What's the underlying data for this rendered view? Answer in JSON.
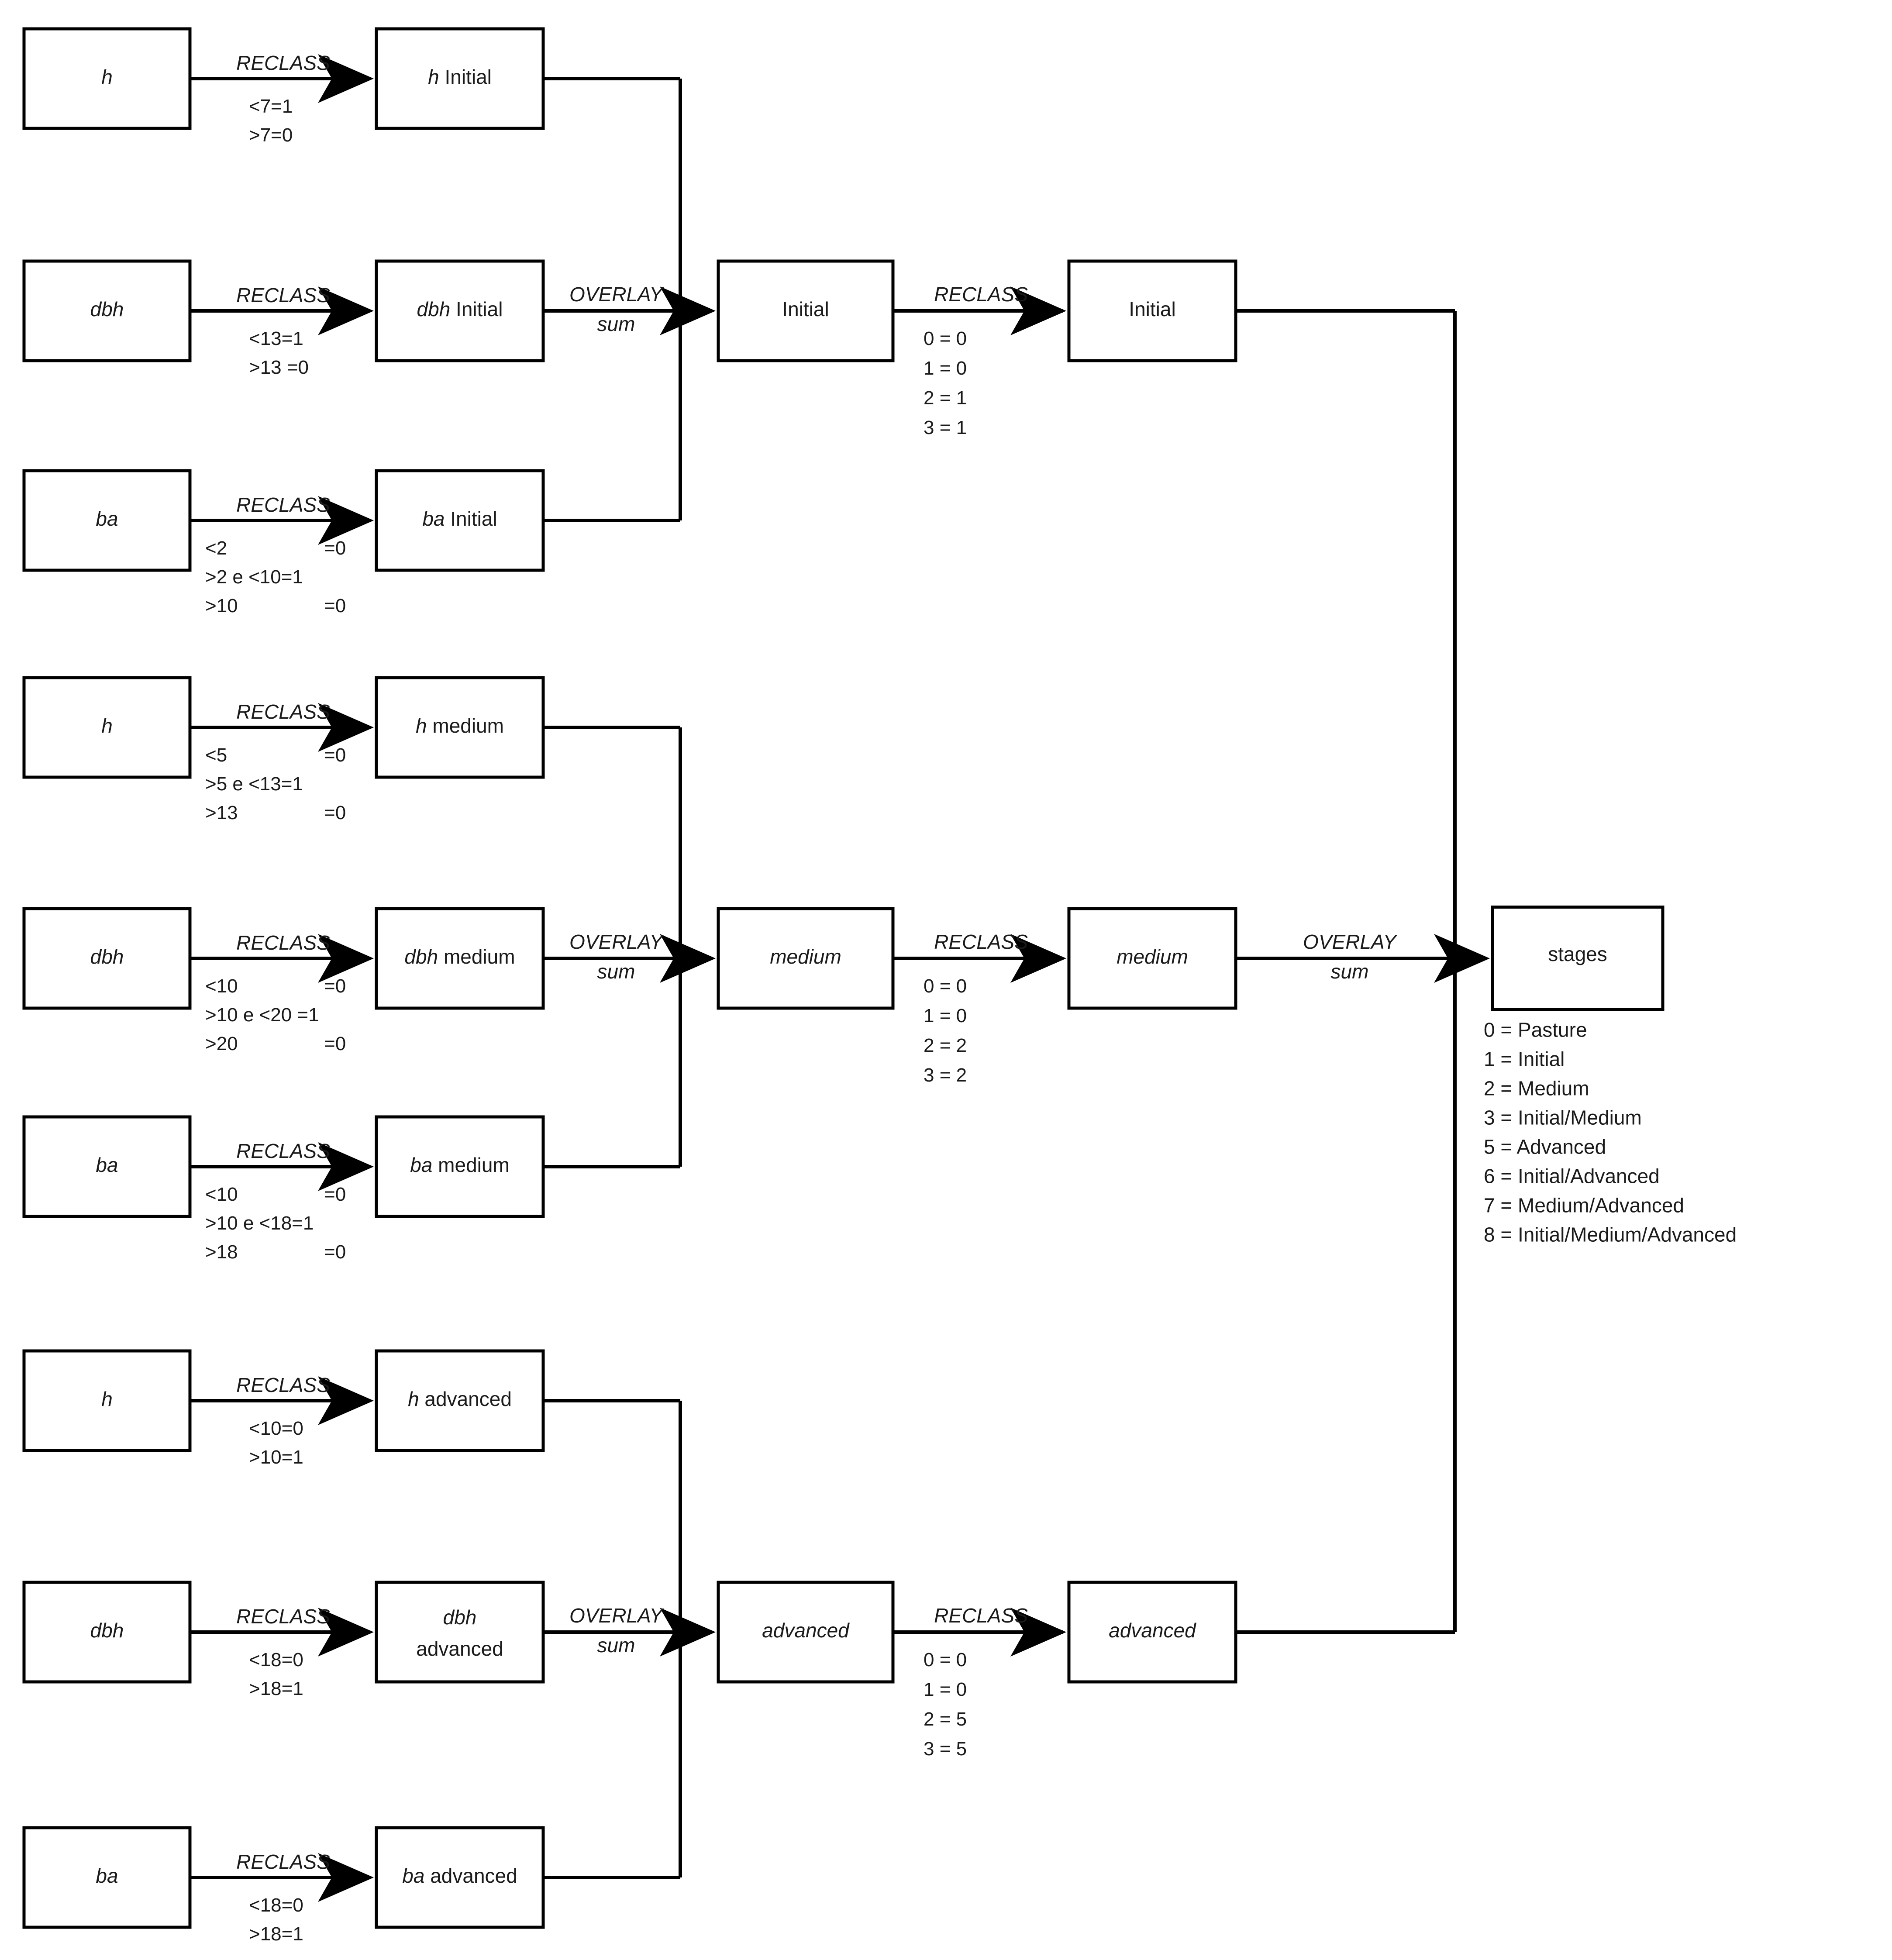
{
  "diagram": {
    "title": "Forest successional stage classification flowchart",
    "operations": {
      "reclass": "RECLASS",
      "overlay": "OVERLAY",
      "overlay_sub": "sum"
    },
    "rows": [
      {
        "id": "h-initial",
        "source": {
          "label": "h",
          "italic": true
        },
        "result": {
          "label_italic": "h",
          "label_plain": " Initial"
        },
        "op": "RECLASS",
        "rules": [
          {
            "left": "<7=1",
            "right": ""
          },
          {
            "left": ">7=0",
            "right": ""
          }
        ]
      },
      {
        "id": "dbh-initial",
        "source": {
          "label": "dbh",
          "italic": true
        },
        "result": {
          "label_italic": "dbh",
          "label_plain": " Initial"
        },
        "op": "RECLASS",
        "rules": [
          {
            "left": "<13=1",
            "right": ""
          },
          {
            "left": ">13 =0",
            "right": ""
          }
        ]
      },
      {
        "id": "ba-initial",
        "source": {
          "label": "ba",
          "italic": true
        },
        "result": {
          "label_italic": "ba",
          "label_plain": " Initial"
        },
        "op": "RECLASS",
        "rules": [
          {
            "left": "<2",
            "right": "=0"
          },
          {
            "left": ">2 e <10=1",
            "right": ""
          },
          {
            "left": ">10",
            "right": "=0"
          }
        ]
      },
      {
        "id": "h-medium",
        "source": {
          "label": "h",
          "italic": true
        },
        "result": {
          "label_italic": "h ",
          "label_plain": "medium"
        },
        "op": "RECLASS",
        "rules": [
          {
            "left": "<5",
            "right": "=0"
          },
          {
            "left": ">5 e <13=1",
            "right": ""
          },
          {
            "left": ">13",
            "right": "=0"
          }
        ]
      },
      {
        "id": "dbh-medium",
        "source": {
          "label": "dbh",
          "italic": true
        },
        "result": {
          "label_italic": "dbh ",
          "label_plain": "medium"
        },
        "op": "RECLASS",
        "rules": [
          {
            "left": "<10",
            "right": "=0"
          },
          {
            "left": ">10 e <20 =1",
            "right": ""
          },
          {
            "left": ">20",
            "right": "=0"
          }
        ]
      },
      {
        "id": "ba-medium",
        "source": {
          "label": "ba",
          "italic": true
        },
        "result": {
          "label_italic": "ba ",
          "label_plain": "medium"
        },
        "op": "RECLASS",
        "rules": [
          {
            "left": "<10",
            "right": "=0"
          },
          {
            "left": ">10 e <18=1",
            "right": ""
          },
          {
            "left": ">18",
            "right": "=0"
          }
        ]
      },
      {
        "id": "h-advanced",
        "source": {
          "label": "h",
          "italic": true
        },
        "result": {
          "label_italic": "h",
          "label_plain": " advanced"
        },
        "op": "RECLASS",
        "rules": [
          {
            "left": "<10=0",
            "right": ""
          },
          {
            "left": ">10=1",
            "right": ""
          }
        ]
      },
      {
        "id": "dbh-advanced",
        "source": {
          "label": "dbh",
          "italic": true
        },
        "result": {
          "label_italic": "dbh",
          "label_plain": "advanced",
          "two_line": true
        },
        "op": "RECLASS",
        "rules": [
          {
            "left": "<18=0",
            "right": ""
          },
          {
            "left": ">18=1",
            "right": ""
          }
        ]
      },
      {
        "id": "ba-advanced",
        "source": {
          "label": "ba",
          "italic": true
        },
        "result": {
          "label_italic": "ba",
          "label_plain": " advanced"
        },
        "op": "RECLASS",
        "rules": [
          {
            "left": "<18=0",
            "right": ""
          },
          {
            "left": ">18=1",
            "right": ""
          }
        ]
      }
    ],
    "merges": [
      {
        "id": "initial",
        "sum_label": "Initial",
        "reclass_label": "Initial",
        "overlay": {
          "label": "OVERLAY",
          "sub": "sum"
        },
        "op": "RECLASS",
        "rules": [
          "0 = 0",
          "1 = 0",
          "2 = 1",
          "3 = 1"
        ]
      },
      {
        "id": "medium",
        "sum_label": "medium",
        "reclass_label": "medium",
        "overlay": {
          "label": "OVERLAY",
          "sub": "sum"
        },
        "op": "RECLASS",
        "rules": [
          "0 = 0",
          "1 = 0",
          "2 = 2",
          "3 = 2"
        ]
      },
      {
        "id": "advanced",
        "sum_label": "advanced",
        "reclass_label": "advanced",
        "overlay": {
          "label": "OVERLAY",
          "sub": "sum"
        },
        "op": "RECLASS",
        "rules": [
          "0 = 0",
          "1 = 0",
          "2 = 5",
          "3 = 5"
        ]
      }
    ],
    "final": {
      "overlay": {
        "label": "OVERLAY",
        "sub": "sum"
      },
      "box_label": "stages",
      "legend": [
        "0 = Pasture",
        "1 = Initial",
        "2 = Medium",
        "3 = Initial/Medium",
        "5 = Advanced",
        "6 = Initial/Advanced",
        "7 = Medium/Advanced",
        "8 = Initial/Medium/Advanced"
      ]
    },
    "colors": {
      "stroke": "#000000",
      "text": "#1a1a1a",
      "background": "#ffffff"
    }
  }
}
